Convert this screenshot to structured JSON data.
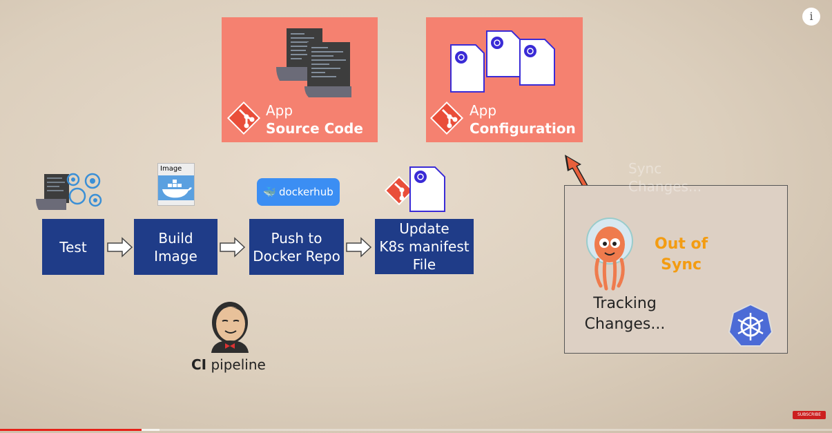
{
  "repos": {
    "source": {
      "line1": "App",
      "line2": "Source Code"
    },
    "config": {
      "line1": "App",
      "line2": "Configuration"
    }
  },
  "pipeline": {
    "steps": [
      "Test",
      "Build\nImage",
      "Push to\nDocker Repo",
      "Update\nK8s manifest\nFile"
    ],
    "image_label": "Image",
    "dockerhub_label": "dockerhub",
    "ci_bold": "CI",
    "ci_rest": " pipeline"
  },
  "argo": {
    "status_line1": "Out of",
    "status_line2": "Sync",
    "tracking_line1": "Tracking",
    "tracking_line2": "Changes...",
    "ghost_line1": "Sync",
    "ghost_line2": "Changes..."
  },
  "video": {
    "subscribe_label": "SUBSCRIBE",
    "info_label": "i"
  },
  "colors": {
    "repo_bg": "#f58170",
    "step_bg": "#1f3c88",
    "out_of_sync": "#f39c12",
    "arrow": "#e8603c",
    "progress": "#e62117"
  }
}
